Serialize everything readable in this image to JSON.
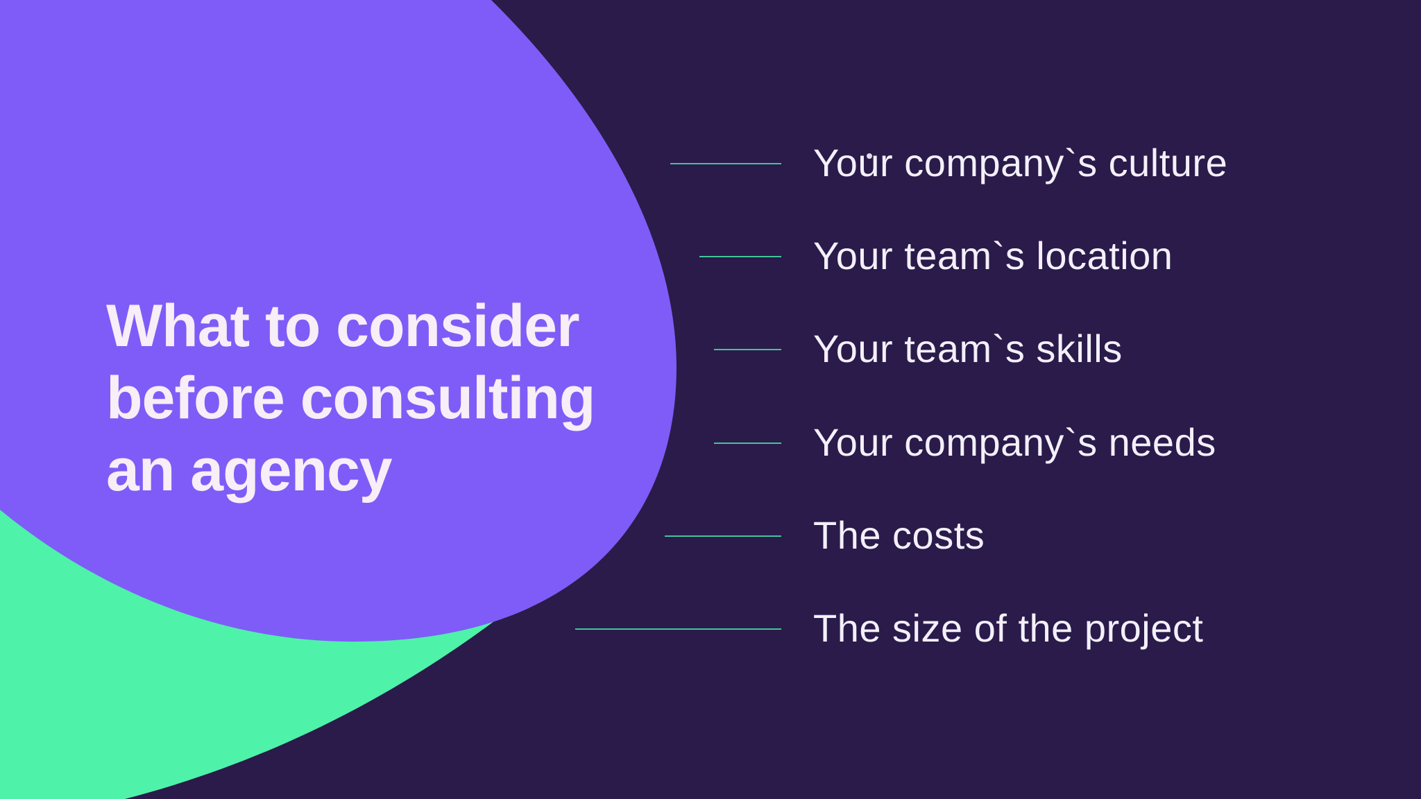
{
  "slide": {
    "title_lines": [
      "What to consider",
      "before consulting",
      "an agency"
    ],
    "items": [
      {
        "label": "Your company`s culture"
      },
      {
        "label": "Your team`s location"
      },
      {
        "label": "Your team`s skills"
      },
      {
        "label": "Your company`s needs"
      },
      {
        "label": "The costs"
      },
      {
        "label": "The size of the project"
      }
    ]
  },
  "colors": {
    "background": "#2a1b4a",
    "purple_blob": "#7f5cf7",
    "green_blob": "#4ef2a8",
    "title_text": "#f7eef7",
    "item_text": "#f3f0fa",
    "connector_line": "#3fc79a"
  }
}
